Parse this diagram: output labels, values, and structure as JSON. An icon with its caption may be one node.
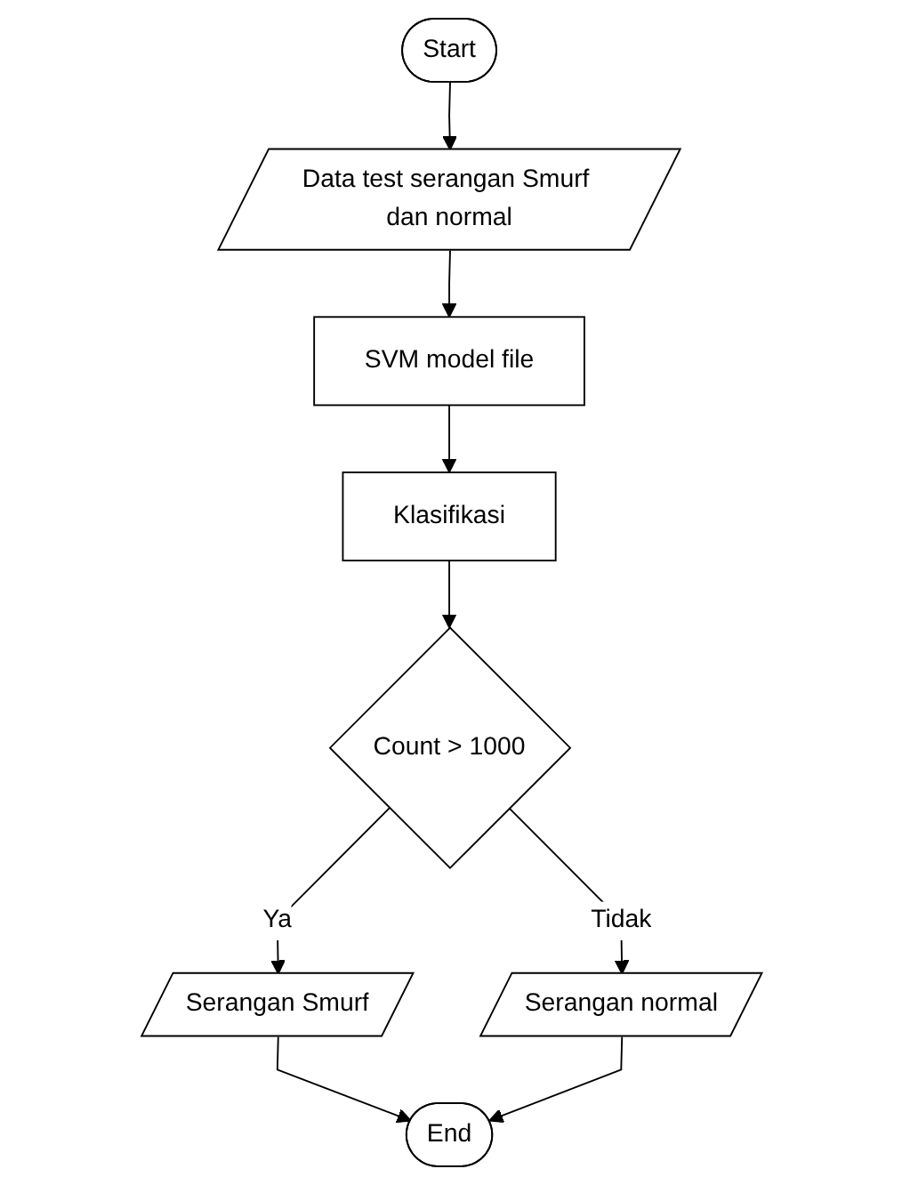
{
  "diagram": {
    "nodes": [
      {
        "text": [
          "Start"
        ]
      },
      {
        "text": [
          "Data test serangan Smurf dan normal"
        ]
      },
      {
        "text": [
          "SVM model file"
        ]
      },
      {
        "text": [
          "Klasifikasi"
        ]
      },
      {
        "text": [
          "Count > 1000"
        ]
      },
      {
        "text": [
          "Serangan Smurf"
        ]
      },
      {
        "text": [
          "Serangan normal"
        ]
      },
      {
        "text": [
          "End"
        ]
      }
    ],
    "edges": [
      {
        "from": 0,
        "to": 1,
        "arrow": "to"
      },
      {
        "from": 1,
        "to": 2,
        "arrow": "to"
      },
      {
        "from": 2,
        "to": 3,
        "arrow": "to"
      },
      {
        "from": 3,
        "to": 4,
        "arrow": "to"
      },
      {
        "from": 4,
        "to": 5,
        "arrow": "to",
        "label": "Ya"
      },
      {
        "from": 4,
        "to": 6,
        "arrow": "to",
        "label": "Tidak"
      },
      {
        "from": 5,
        "to": 7,
        "arrow": "to"
      },
      {
        "from": 6,
        "to": 7,
        "arrow": "to"
      }
    ]
  }
}
